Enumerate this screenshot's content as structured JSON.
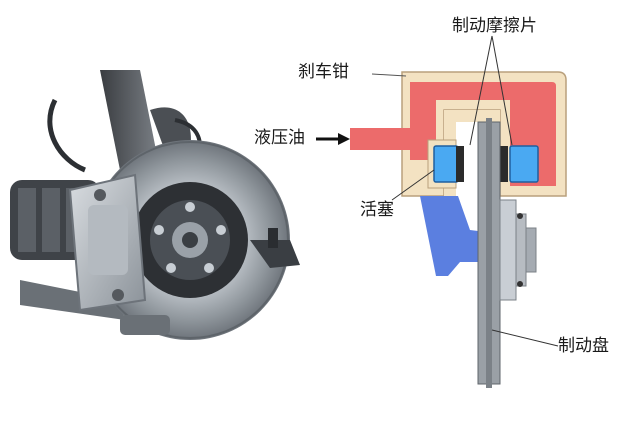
{
  "labels": {
    "caliper": "刹车钳",
    "pads": "制动摩擦片",
    "fluid": "液压油",
    "piston": "活塞",
    "disc": "制动盘"
  },
  "colors": {
    "caliper_shell": "#f3e2c2",
    "caliper_outline": "#b9a07c",
    "fluid_channel": "#ec6b6b",
    "piston": "#4aa9f2",
    "mount_bracket": "#5b7fe0",
    "disc": "#9aa0a6",
    "hub": "#c9ced4"
  }
}
